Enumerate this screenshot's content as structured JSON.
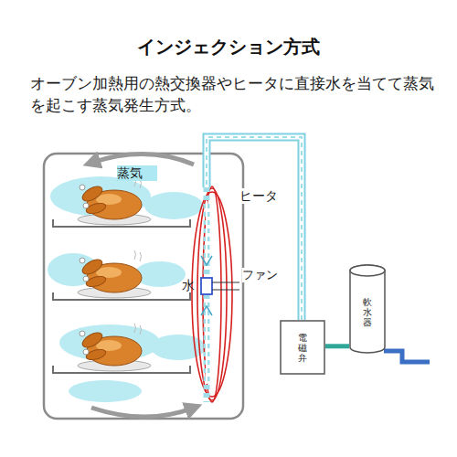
{
  "diagram": {
    "title": "インジェクション方式",
    "nodes": [
      {
        "text": [
          "電磁弁"
        ]
      },
      {
        "text": [
          "軟水器"
        ]
      }
    ],
    "edges": [
      {
        "from": 1,
        "to": 0,
        "arrow": "none"
      }
    ],
    "labels": [
      "オーブン加熱用の熱交換器やヒータに直接水を当てて蒸気を起こす蒸気発生方式。",
      "蒸気",
      "ヒータ",
      "ファン",
      "水"
    ]
  }
}
